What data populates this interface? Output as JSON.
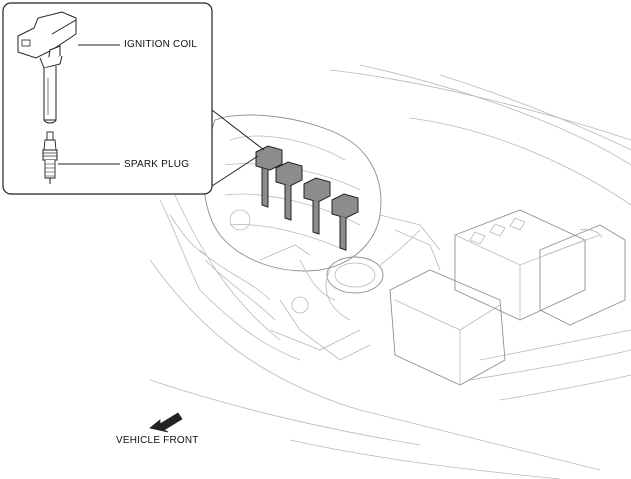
{
  "labels": {
    "ignition_coil": "IGNITION COIL",
    "spark_plug": "SPARK PLUG",
    "vehicle_front": "VEHICLE FRONT"
  },
  "colors": {
    "highlight_fill": "#8c8c8c",
    "line_light": "#b9b9b9",
    "line_dark": "#222222"
  },
  "icons": {
    "direction": "vehicle-front-arrow-icon"
  }
}
